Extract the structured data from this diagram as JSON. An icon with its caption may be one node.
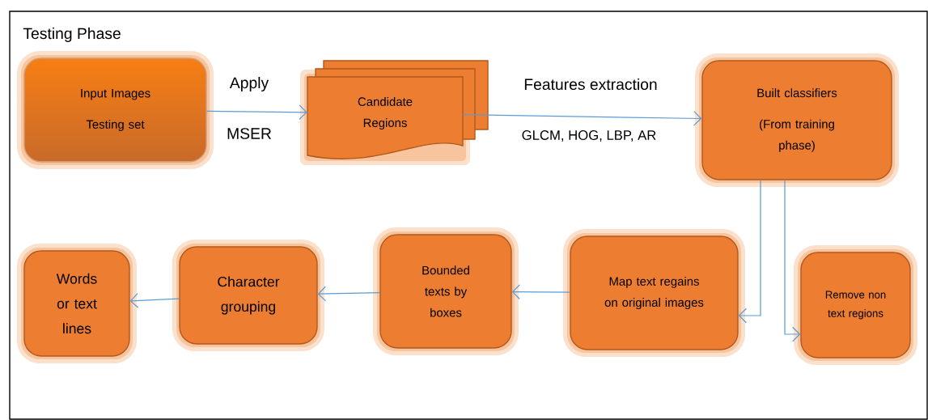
{
  "diagram": {
    "nodes": [
      {
        "text": [
          "Testing Phase"
        ]
      },
      {
        "text": [
          "Input Images",
          "Testing set"
        ],
        "in": 0
      },
      {
        "text": [
          "Candidate Regions"
        ],
        "in": 0
      },
      {
        "text": [
          "Built classifiers",
          "(From training phase)"
        ],
        "in": 0
      },
      {
        "text": [
          "Words or text lines"
        ],
        "in": 0
      },
      {
        "text": [
          "Character grouping"
        ],
        "in": 0
      },
      {
        "text": [
          "Bounded texts by boxes"
        ],
        "in": 0
      },
      {
        "text": [
          "Map text regains on original images"
        ],
        "in": 0
      },
      {
        "text": [
          "Remove non text regions"
        ],
        "in": 0
      }
    ],
    "edges": [
      {
        "from": 1,
        "to": 2,
        "arrow": "to",
        "label": "Apply"
      },
      {
        "from": 2,
        "to": 3,
        "arrow": "to",
        "label": "Features extraction"
      },
      {
        "from": 3,
        "to": 7,
        "arrow": "to"
      },
      {
        "from": 3,
        "to": 8,
        "arrow": "to"
      },
      {
        "from": 7,
        "to": 6,
        "arrow": "to"
      },
      {
        "from": 6,
        "to": 5,
        "arrow": "to"
      },
      {
        "from": 5,
        "to": 4,
        "arrow": "to"
      }
    ],
    "labels": [
      "MSER",
      "GLCM, HOG, LBP, AR"
    ]
  }
}
